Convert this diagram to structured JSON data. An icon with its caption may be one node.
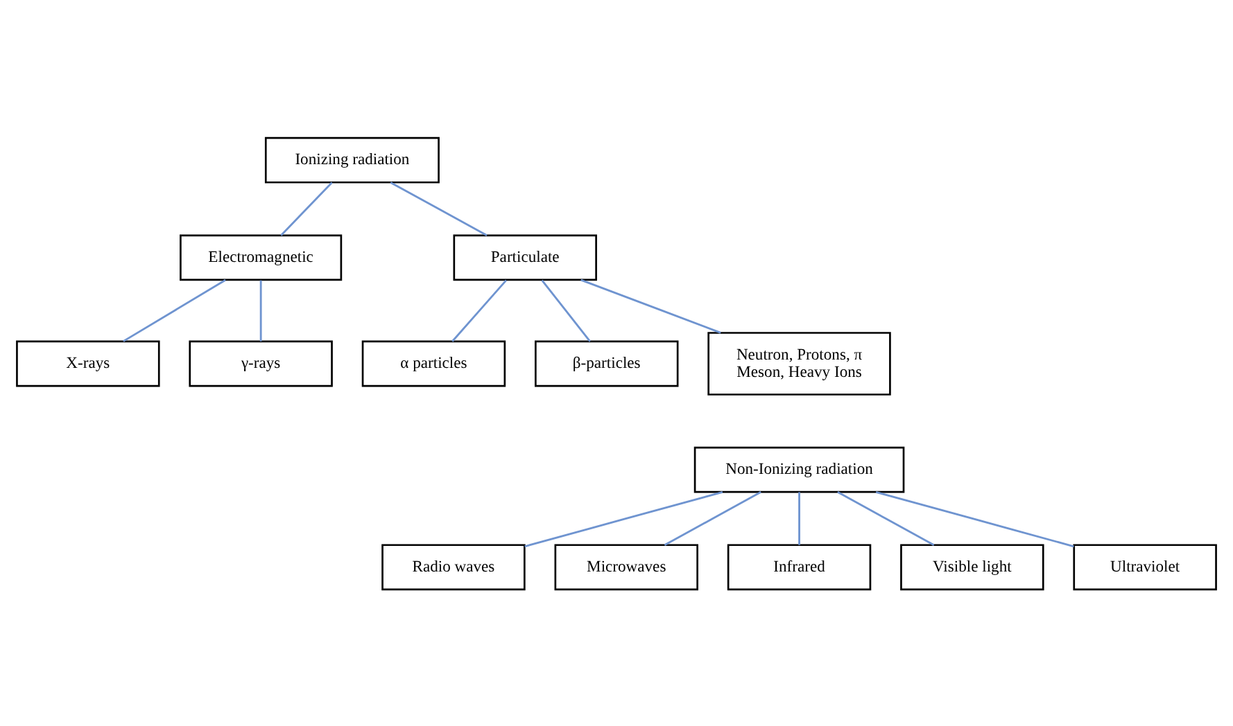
{
  "diagram": {
    "nodes": [
      {
        "text": [
          "Ionizing radiation"
        ]
      },
      {
        "text": [
          "Electromagnetic"
        ]
      },
      {
        "text": [
          "Particulate"
        ]
      },
      {
        "text": [
          "X-rays"
        ]
      },
      {
        "text": [
          "γ-rays"
        ]
      },
      {
        "text": [
          "α particles"
        ]
      },
      {
        "text": [
          "β-particles"
        ]
      },
      {
        "text": [
          "Neutron, Protons, π Meson, Heavy Ions"
        ]
      },
      {
        "text": [
          "Non-Ionizing radiation"
        ]
      },
      {
        "text": [
          "Radio waves"
        ]
      },
      {
        "text": [
          "Microwaves"
        ]
      },
      {
        "text": [
          "Infrared"
        ]
      },
      {
        "text": [
          "Visible light"
        ]
      },
      {
        "text": [
          "Ultraviolet"
        ]
      }
    ],
    "edges": [
      {
        "from": 0,
        "to": 1,
        "arrow": "none"
      },
      {
        "from": 0,
        "to": 2,
        "arrow": "none"
      },
      {
        "from": 1,
        "to": 3,
        "arrow": "none"
      },
      {
        "from": 1,
        "to": 4,
        "arrow": "none"
      },
      {
        "from": 2,
        "to": 5,
        "arrow": "none"
      },
      {
        "from": 2,
        "to": 6,
        "arrow": "none"
      },
      {
        "from": 2,
        "to": 7,
        "arrow": "none"
      },
      {
        "from": 8,
        "to": 9,
        "arrow": "none"
      },
      {
        "from": 8,
        "to": 10,
        "arrow": "none"
      },
      {
        "from": 8,
        "to": 11,
        "arrow": "none"
      },
      {
        "from": 8,
        "to": 12,
        "arrow": "none"
      },
      {
        "from": 8,
        "to": 13,
        "arrow": "none"
      }
    ]
  }
}
